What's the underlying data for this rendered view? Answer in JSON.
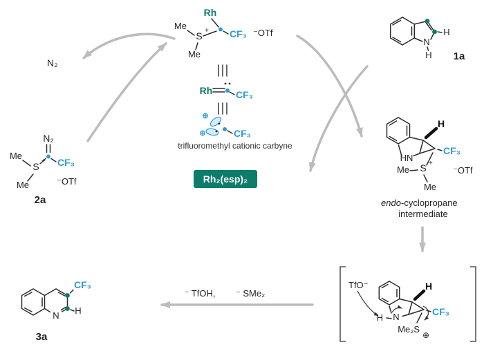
{
  "colors": {
    "teal": "#0E7C6B",
    "blue": "#2E9BD6",
    "arrow_gray": "#BCBCBC",
    "ink": "#222222"
  },
  "center": {
    "ylide": {
      "rh": "Rh",
      "me_top": "Me",
      "s": "S",
      "plus": "+",
      "me_bottom": "Me",
      "cf3": "CF₃",
      "otf": "⁻OTf"
    },
    "carbene": {
      "rh": "Rh",
      "cf3": "CF₃"
    },
    "carbyne": {
      "plus_top": "⊕",
      "plus_left": "⊕",
      "cf3": "CF₃",
      "caption": "trifluoromethyl cationic carbyne"
    },
    "catalyst": "Rh₂(esp)₂"
  },
  "released": {
    "n2": "N₂"
  },
  "substrate_1a": {
    "n": "N",
    "h_n": "H",
    "h_c2": "H",
    "label": "1a"
  },
  "reagent_2a": {
    "n2": "N₂",
    "me_top": "Me",
    "s": "S",
    "plus": "+",
    "me_bottom": "Me",
    "cf3": "CF₃",
    "otf": "⁻OTf",
    "label": "2a"
  },
  "endo_intermediate": {
    "hn": "HN",
    "h_wedge": "H",
    "cf3": "CF₃",
    "me_left": "Me",
    "s": "S",
    "plus": "+",
    "me_bottom": "Me",
    "otf": "⁻OTf",
    "caption_italic": "endo",
    "caption_rest": "-cyclopropane",
    "caption_line2": "intermediate"
  },
  "bracketed_intermediate": {
    "tfo": "TfO⁻",
    "h_n": "H",
    "n": "N",
    "h_wedge": "H",
    "cf3": "CF₃",
    "me2s": "Me₂S",
    "plus": "⊕"
  },
  "product_3a": {
    "cf3": "CF₃",
    "n": "N",
    "h": "H",
    "label": "3a"
  },
  "product_arrow": {
    "minus_tfoh": "⁻ TfOH,",
    "minus_sme2": "⁻ SMe₂"
  }
}
